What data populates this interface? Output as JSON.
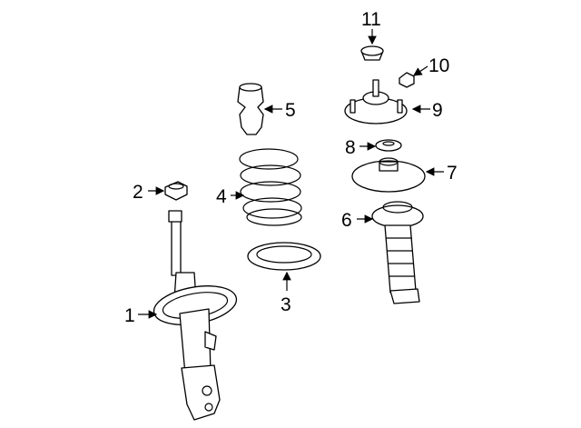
{
  "diagram": {
    "colors": {
      "line": "#000000",
      "background": "#ffffff"
    },
    "callouts": [
      {
        "id": "1",
        "label": "1"
      },
      {
        "id": "2",
        "label": "2"
      },
      {
        "id": "3",
        "label": "3"
      },
      {
        "id": "4",
        "label": "4"
      },
      {
        "id": "5",
        "label": "5"
      },
      {
        "id": "6",
        "label": "6"
      },
      {
        "id": "7",
        "label": "7"
      },
      {
        "id": "8",
        "label": "8"
      },
      {
        "id": "9",
        "label": "9"
      },
      {
        "id": "10",
        "label": "10"
      },
      {
        "id": "11",
        "label": "11"
      }
    ]
  }
}
